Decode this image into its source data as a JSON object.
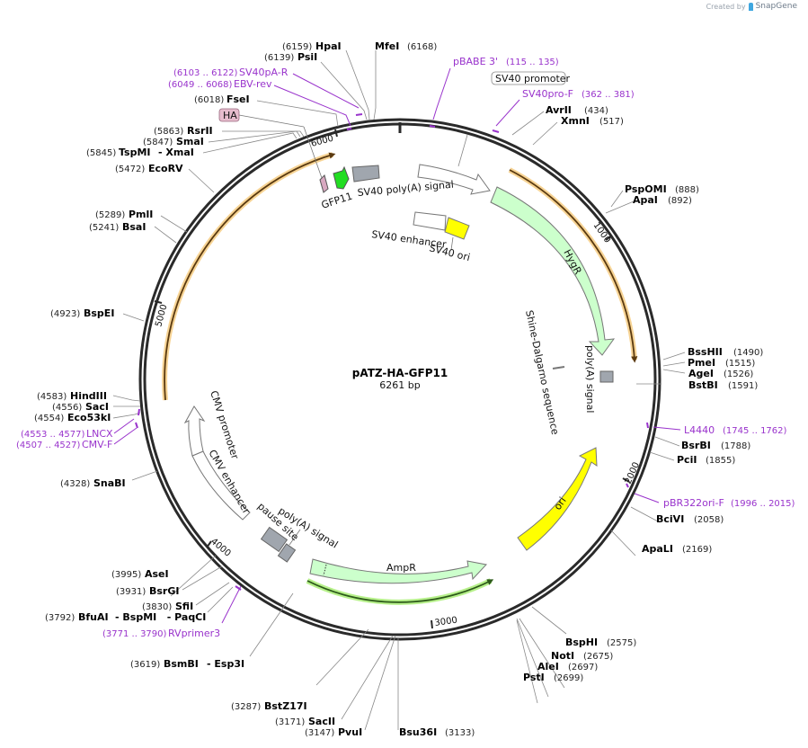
{
  "credit": {
    "prefix": "Created by",
    "brand": "SnapGene"
  },
  "plasmid": {
    "name": "pATZ-HA-GFP11",
    "length": "6261 bp"
  },
  "ticks": [
    {
      "label": "1000",
      "bp": 1000
    },
    {
      "label": "2000",
      "bp": 2000
    },
    {
      "label": "3000",
      "bp": 3000
    },
    {
      "label": "4000",
      "bp": 4000
    },
    {
      "label": "5000",
      "bp": 5000
    },
    {
      "label": "6000",
      "bp": 6000
    }
  ],
  "enzymes": [
    {
      "name": "HpaI",
      "pos": "(6159)"
    },
    {
      "name": "MfeI",
      "pos": "(6168)"
    },
    {
      "name": "PsiI",
      "pos": "(6139)"
    },
    {
      "name": "FseI",
      "pos": "(6018)"
    },
    {
      "name": "RsrII",
      "pos": "(5863)"
    },
    {
      "name": "SmaI",
      "pos": "(5847)"
    },
    {
      "name": "TspMI",
      "pos": "(5845)",
      "alt": "- XmaI"
    },
    {
      "name": "EcoRV",
      "pos": "(5472)"
    },
    {
      "name": "PmlI",
      "pos": "(5289)"
    },
    {
      "name": "BsaI",
      "pos": "(5241)"
    },
    {
      "name": "BspEI",
      "pos": "(4923)"
    },
    {
      "name": "HindIII",
      "pos": "(4583)"
    },
    {
      "name": "SacI",
      "pos": "(4556)"
    },
    {
      "name": "Eco53kI",
      "pos": "(4554)"
    },
    {
      "name": "SnaBI",
      "pos": "(4328)"
    },
    {
      "name": "AseI",
      "pos": "(3995)"
    },
    {
      "name": "BsrGI",
      "pos": "(3931)"
    },
    {
      "name": "SfiI",
      "pos": "(3830)"
    },
    {
      "name": "BfuAI",
      "pos": "(3792)",
      "alt": "- BspMI   - PaqCI"
    },
    {
      "name": "BsmBI",
      "pos": "(3619)",
      "alt": "- Esp3I"
    },
    {
      "name": "BstZ17I",
      "pos": "(3287)"
    },
    {
      "name": "SacII",
      "pos": "(3171)"
    },
    {
      "name": "PvuI",
      "pos": "(3147)"
    },
    {
      "name": "Bsu36I",
      "pos": "(3133)"
    },
    {
      "name": "PstI",
      "pos": "(2699)"
    },
    {
      "name": "AleI",
      "pos": "(2697)"
    },
    {
      "name": "NotI",
      "pos": "(2675)"
    },
    {
      "name": "BspHI",
      "pos": "(2575)"
    },
    {
      "name": "ApaLI",
      "pos": "(2169)"
    },
    {
      "name": "BciVI",
      "pos": "(2058)"
    },
    {
      "name": "PciI",
      "pos": "(1855)"
    },
    {
      "name": "BsrBI",
      "pos": "(1788)"
    },
    {
      "name": "BstBI",
      "pos": "(1591)"
    },
    {
      "name": "AgeI",
      "pos": "(1526)"
    },
    {
      "name": "PmeI",
      "pos": "(1515)"
    },
    {
      "name": "BssHII",
      "pos": "(1490)"
    },
    {
      "name": "ApaI",
      "pos": "(892)"
    },
    {
      "name": "PspOMI",
      "pos": "(888)"
    },
    {
      "name": "XmnI",
      "pos": "(517)"
    },
    {
      "name": "AvrII",
      "pos": "(434)"
    }
  ],
  "primers": [
    {
      "name": "SV40pA-R",
      "range": "(6103 .. 6122)"
    },
    {
      "name": "EBV-rev",
      "range": "(6049 .. 6068)"
    },
    {
      "name": "pBABE 3'",
      "range": "(115 .. 135)"
    },
    {
      "name": "SV40pro-F",
      "range": "(362 .. 381)"
    },
    {
      "name": "L4440",
      "range": "(1745 .. 1762)"
    },
    {
      "name": "pBR322ori-F",
      "range": "(1996 .. 2015)"
    },
    {
      "name": "RVprimer3",
      "range": "(3771 .. 3790)"
    },
    {
      "name": "LNCX",
      "range": "(4553 .. 4577)"
    },
    {
      "name": "CMV-F",
      "range": "(4507 .. 4527)"
    }
  ],
  "features": [
    {
      "name": "SV40 promoter",
      "color": "#ffffff"
    },
    {
      "name": "HygR",
      "color": "#ccffcc"
    },
    {
      "name": "poly(A) signal",
      "color": "#a0a6ae"
    },
    {
      "name": "Shine-Dalgarno sequence",
      "color": "#a0a6ae"
    },
    {
      "name": "ori",
      "color": "#ffff00"
    },
    {
      "name": "AmpR",
      "color": "#ccffcc"
    },
    {
      "name": "poly(A) signal",
      "color": "#a0a6ae"
    },
    {
      "name": "pause site",
      "color": "#a0a6ae"
    },
    {
      "name": "CMV enhancer",
      "color": "#ffffff"
    },
    {
      "name": "CMV promoter",
      "color": "#ffffff"
    },
    {
      "name": "GFP11",
      "color": "#22dd22"
    },
    {
      "name": "HA",
      "color": "#d8a8c0"
    },
    {
      "name": "SV40 poly(A) signal",
      "color": "#a0a6ae"
    },
    {
      "name": "SV40 enhancer",
      "color": "#ffffff"
    },
    {
      "name": "SV40 ori",
      "color": "#ffff00"
    }
  ],
  "colors": {
    "primer": "#9933cc",
    "orf": "#f5c97a",
    "orf_amp": "#9be07a",
    "backbone": "#2a2a2a"
  }
}
